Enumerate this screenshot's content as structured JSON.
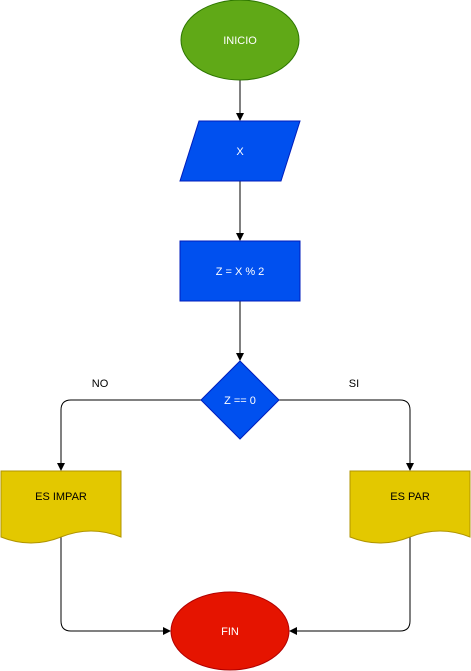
{
  "colors": {
    "start": "#60a917",
    "start_stroke": "#2d7600",
    "process": "#0050ef",
    "process_stroke": "#001dbc",
    "document": "#e3c800",
    "document_stroke": "#b09500",
    "end": "#e51400",
    "end_stroke": "#b20000"
  },
  "nodes": {
    "start": "INICIO",
    "input": "X",
    "process": "Z = X % 2",
    "decision": "Z == 0",
    "odd": "ES IMPAR",
    "even": "ES PAR",
    "end": "FIN"
  },
  "edge_labels": {
    "no": "NO",
    "yes": "SI"
  }
}
